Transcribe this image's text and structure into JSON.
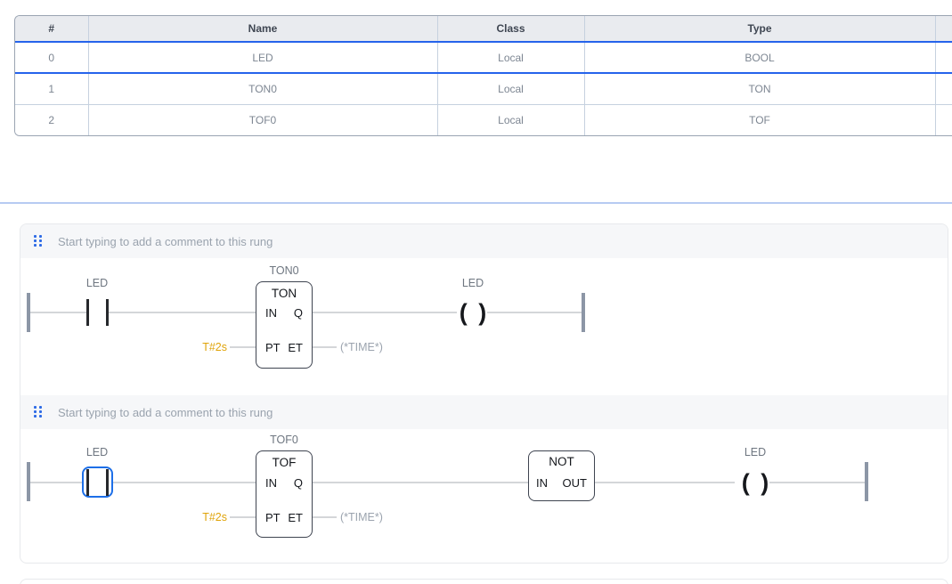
{
  "colors": {
    "selection_blue": "#1d6fe8",
    "table_selected_blue": "#2563eb",
    "time_literal_amber": "#e0a40a",
    "divider_blue": "#b7cbf2",
    "rail_gray": "#8c96a6",
    "wire_gray": "#d4d6d9"
  },
  "variables_table": {
    "headers": [
      "#",
      "Name",
      "Class",
      "Type"
    ],
    "selected_row_index": 0,
    "rows": [
      {
        "num": "0",
        "name": "LED",
        "class": "Local",
        "type": "BOOL"
      },
      {
        "num": "1",
        "name": "TON0",
        "class": "Local",
        "type": "TON"
      },
      {
        "num": "2",
        "name": "TOF0",
        "class": "Local",
        "type": "TOF"
      }
    ]
  },
  "rungs": [
    {
      "comment_placeholder": "Start typing to add a comment to this rung",
      "contact_label": "LED",
      "contact_selected": false,
      "block_instance": "TON0",
      "block_type": "TON",
      "pin_in": "IN",
      "pin_q": "Q",
      "pin_pt": "PT",
      "pin_et": "ET",
      "pt_literal": "T#2s",
      "et_annotation": "(*TIME*)",
      "coil_label": "LED",
      "coil_symbol": "( )"
    },
    {
      "comment_placeholder": "Start typing to add a comment to this rung",
      "contact_label": "LED",
      "contact_selected": true,
      "block_instance": "TOF0",
      "block_type": "TOF",
      "pin_in": "IN",
      "pin_q": "Q",
      "pin_pt": "PT",
      "pin_et": "ET",
      "pt_literal": "T#2s",
      "et_annotation": "(*TIME*)",
      "not_block_type": "NOT",
      "not_pin_in": "IN",
      "not_pin_out": "OUT",
      "coil_label": "LED",
      "coil_symbol": "( )"
    }
  ]
}
